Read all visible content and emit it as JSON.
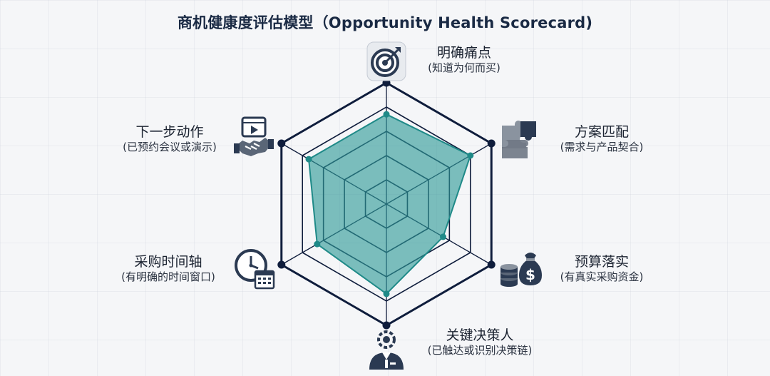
{
  "title": "商机健康度评估模型（Opportunity Health Scorecard)",
  "colors": {
    "grid": "#0f1d3c",
    "fill": "#2f9a98",
    "stroke": "#1f8a88",
    "icon": "#2b3a52"
  },
  "chart_data": {
    "type": "radar",
    "title": "商机健康度评估模型（Opportunity Health Scorecard)",
    "scale": [
      0,
      5
    ],
    "rings": 5,
    "axes": [
      {
        "label": "明确痛点",
        "sub": "(知道为何而买)",
        "icon": "target-icon"
      },
      {
        "label": "方案匹配",
        "sub": "(需求与产品契合)",
        "icon": "puzzle-icon"
      },
      {
        "label": "预算落实",
        "sub": "(有真实采购资金)",
        "icon": "money-bag-icon"
      },
      {
        "label": "关键决策人",
        "sub": "(已触达或识别决策链)",
        "icon": "decision-maker-icon"
      },
      {
        "label": "采购时间轴",
        "sub": "(有明确的时间窗口)",
        "icon": "clock-calendar-icon"
      },
      {
        "label": "下一步动作",
        "sub": "(已预约会议或演示)",
        "icon": "handshake-video-icon"
      }
    ],
    "values": [
      3.7,
      4.0,
      2.7,
      3.7,
      3.3,
      3.7
    ]
  }
}
